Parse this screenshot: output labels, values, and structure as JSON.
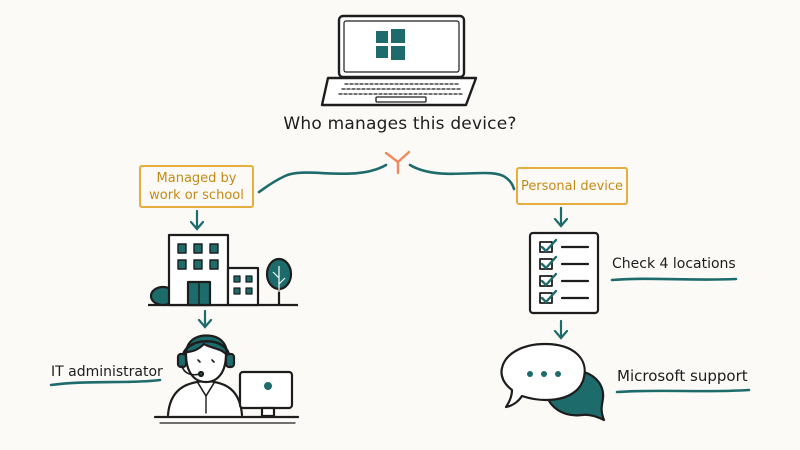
{
  "question": "Who manages this device?",
  "branches": {
    "work": {
      "line1": "Managed by",
      "line2": "work or school",
      "contact": "IT administrator"
    },
    "personal": {
      "label": "Personal device",
      "step": "Check 4 locations",
      "contact": "Microsoft support"
    }
  },
  "colors": {
    "ink": "#1d1d1d",
    "teal": "#1e6b6b",
    "orange": "#e6ad3f",
    "orange_text": "#c58a16",
    "coral": "#ef8a5a"
  },
  "icons": [
    "laptop-windows-icon",
    "office-building-icon",
    "it-admin-person-icon",
    "checklist-icon",
    "chat-bubbles-icon"
  ]
}
